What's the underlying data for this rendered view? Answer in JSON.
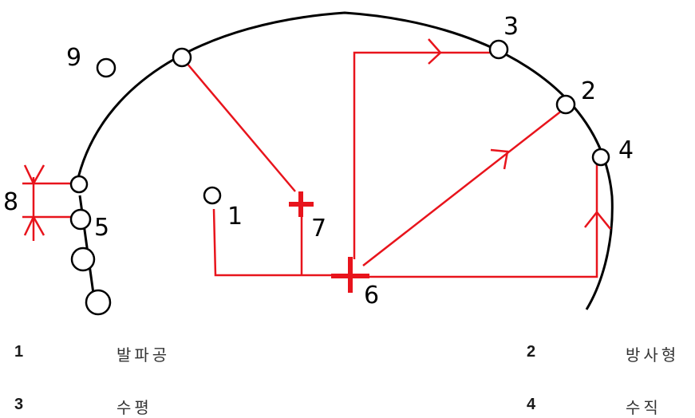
{
  "colors": {
    "outline": "#000000",
    "survey": "#e8141c",
    "text": "#1a1a1a"
  },
  "diagram": {
    "labels": {
      "l1": "1",
      "l2": "2",
      "l3": "3",
      "l4": "4",
      "l5": "5",
      "l6": "6",
      "l7": "7",
      "l8": "8",
      "l9": "9"
    }
  },
  "legend": [
    {
      "number": "1",
      "text": "발파공"
    },
    {
      "number": "2",
      "text": "방사형"
    },
    {
      "number": "3",
      "text": "수평"
    },
    {
      "number": "4",
      "text": "수직"
    }
  ]
}
